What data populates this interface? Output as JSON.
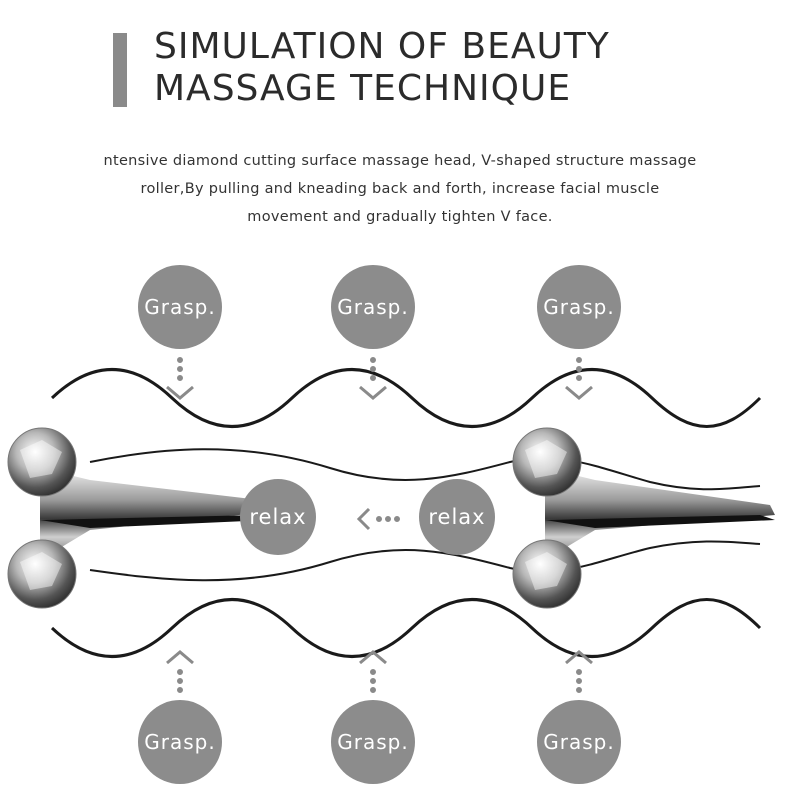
{
  "heading": {
    "line1": "SIMULATION OF BEAUTY",
    "line2": "MASSAGE TECHNIQUE"
  },
  "description": {
    "line1": "ntensive diamond cutting surface massage head, V-shaped structure massage",
    "line2": "roller,By pulling and kneading back and forth, increase facial muscle",
    "line3": "movement and gradually tighten V face."
  },
  "labels": {
    "grasp": "Grasp.",
    "relax": "relax"
  },
  "colors": {
    "circle": "#8c8c8c",
    "accent_bar": "#8a8a8a",
    "wave": "#1a1a1a",
    "arrow": "#8a8a8a"
  },
  "icons": {
    "down_arrow": "dotted-chevron-down-icon",
    "up_arrow": "dotted-chevron-up-icon",
    "left_arrow": "dotted-chevron-left-icon",
    "roller": "massage-roller-icon"
  }
}
